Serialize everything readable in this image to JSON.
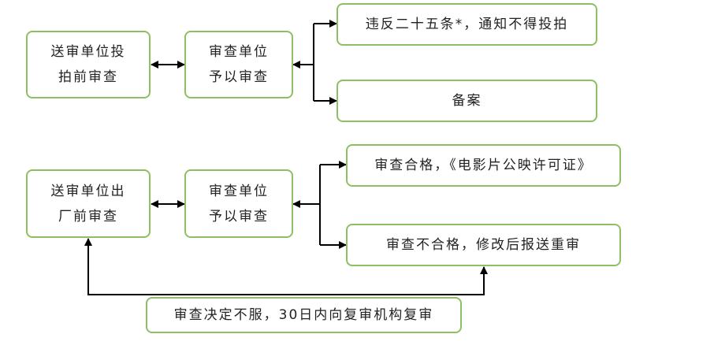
{
  "top": {
    "submit_box": [
      "送审单位投",
      "拍前审查"
    ],
    "review_box": [
      "审查单位",
      "予以审查"
    ],
    "violation_box": "违反二十五条*，通知不得投拍",
    "record_box": "备案"
  },
  "bottom": {
    "submit_box": [
      "送审单位出",
      "厂前审查"
    ],
    "review_box": [
      "审查单位",
      "予以审查"
    ],
    "pass_box": "审查合格，《电影片公映许可证》",
    "fail_box": "审查不合格，修改后报送重审",
    "appeal_box": "审查决定不服，30日内向复审机构复审"
  },
  "colors": {
    "border": "#8cc061",
    "arrow": "#000000"
  }
}
